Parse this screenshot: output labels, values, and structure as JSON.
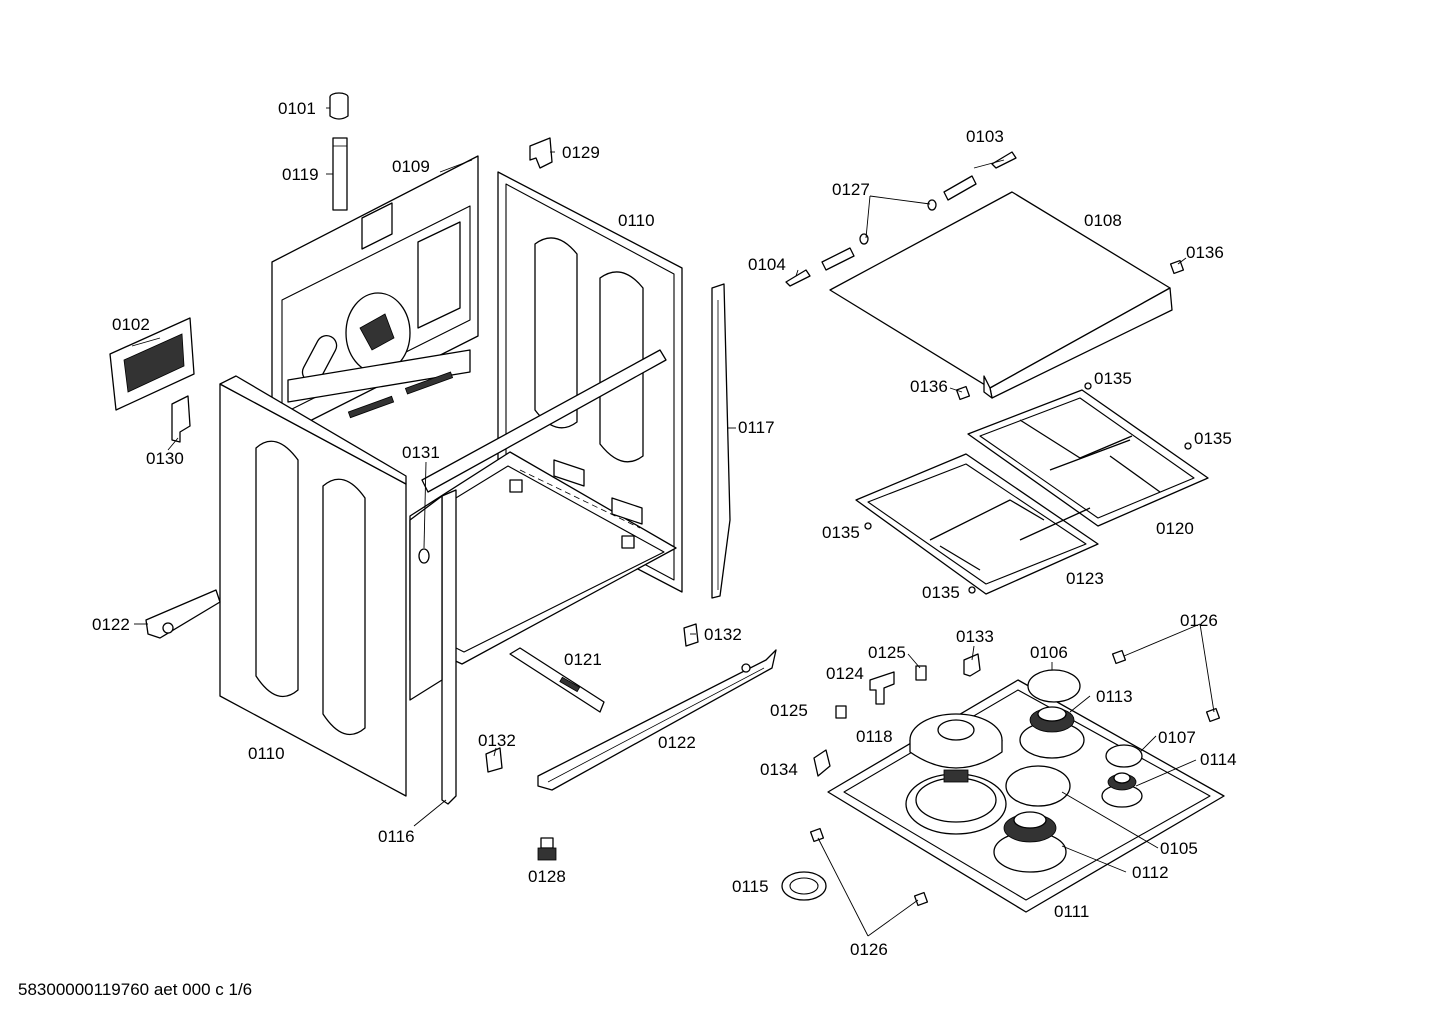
{
  "parts": {
    "p0101": "0101",
    "p0119": "0119",
    "p0109": "0109",
    "p0129": "0129",
    "p0110_top": "0110",
    "p0102": "0102",
    "p0130": "0130",
    "p0131": "0131",
    "p0117": "0117",
    "p0122_left": "0122",
    "p0121": "0121",
    "p0132_right": "0132",
    "p0132_left": "0132",
    "p0122_bottom": "0122",
    "p0110_bottom": "0110",
    "p0116": "0116",
    "p0128": "0128",
    "p0103": "0103",
    "p0127": "0127",
    "p0108": "0108",
    "p0104": "0104",
    "p0136_top": "0136",
    "p0136_mid": "0136",
    "p0135_a": "0135",
    "p0135_b": "0135",
    "p0135_c": "0135",
    "p0135_d": "0135",
    "p0120": "0120",
    "p0123": "0123",
    "p0126_top": "0126",
    "p0125_a": "0125",
    "p0133": "0133",
    "p0106": "0106",
    "p0124": "0124",
    "p0113": "0113",
    "p0125_b": "0125",
    "p0107": "0107",
    "p0118": "0118",
    "p0114": "0114",
    "p0134": "0134",
    "p0105": "0105",
    "p0112": "0112",
    "p0115": "0115",
    "p0111": "0111",
    "p0126_bottom": "0126"
  },
  "footer": {
    "drawing_id": "58300000119760 aet 000 c 1/6"
  }
}
